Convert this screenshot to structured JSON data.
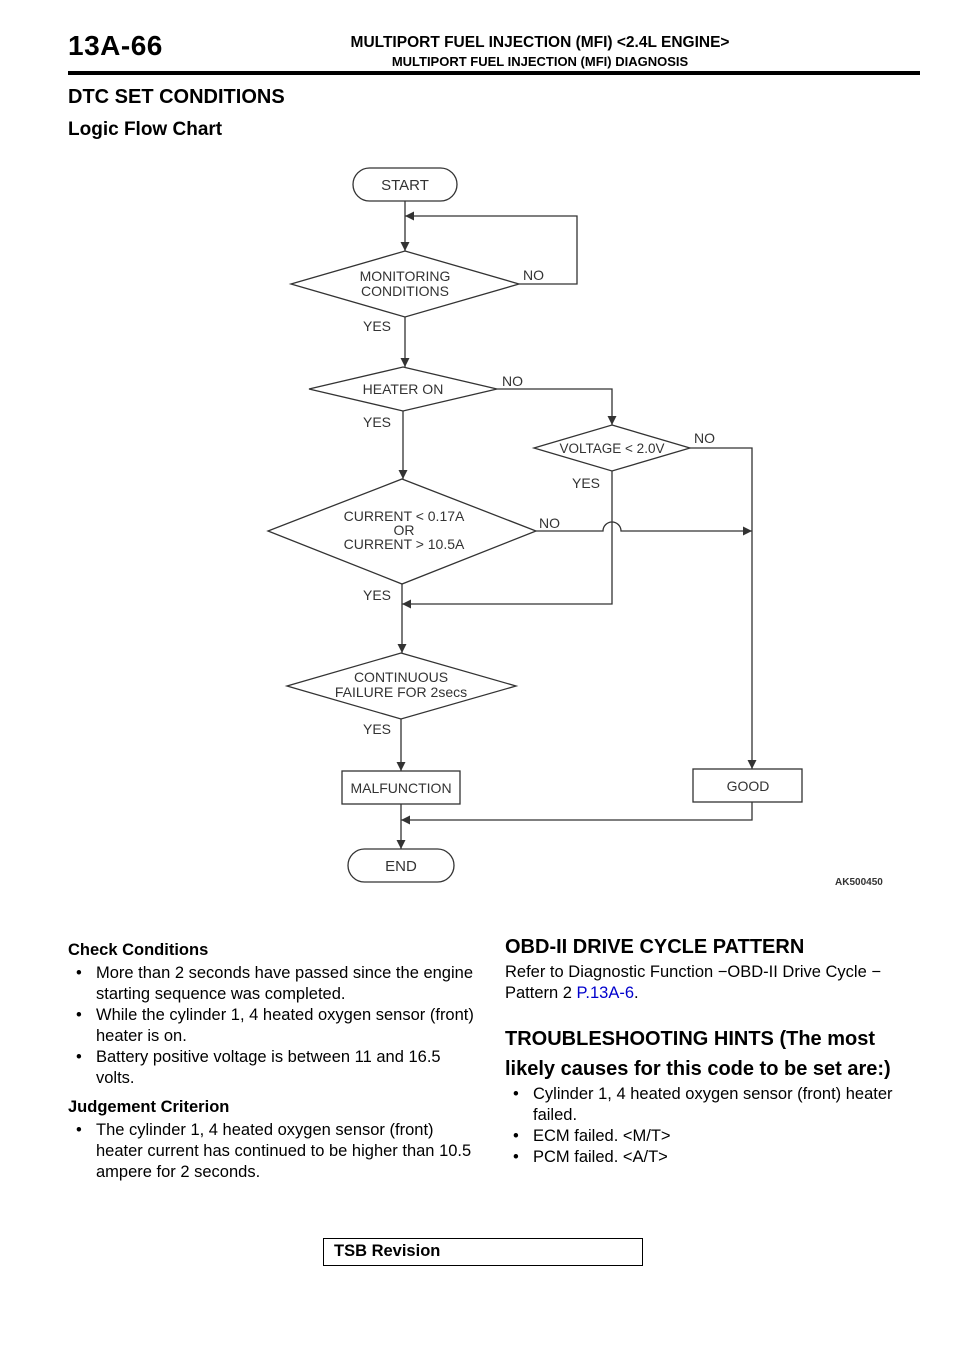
{
  "header": {
    "page_number": "13A-66",
    "title": "MULTIPORT FUEL INJECTION (MFI) <2.4L ENGINE>",
    "subtitle": "MULTIPORT FUEL INJECTION (MFI) DIAGNOSIS"
  },
  "section_title": "DTC SET CONDITIONS",
  "sub_title": "Logic Flow Chart",
  "flowchart": {
    "start": "START",
    "monitoring_line1": "MONITORING",
    "monitoring_line2": "CONDITIONS",
    "heater_on": "HEATER ON",
    "voltage": "VOLTAGE < 2.0V",
    "current_line1": "CURRENT < 0.17A",
    "current_line2": "OR",
    "current_line3": "CURRENT > 10.5A",
    "continuous_line1": "CONTINUOUS",
    "continuous_line2": "FAILURE FOR 2secs",
    "malfunction": "MALFUNCTION",
    "good": "GOOD",
    "end": "END",
    "yes": "YES",
    "no": "NO",
    "figure_id": "AK500450"
  },
  "check_conditions": {
    "heading": "Check Conditions",
    "items": [
      "More than 2 seconds have passed since the engine starting sequence was completed.",
      "While the cylinder 1, 4 heated oxygen sensor (front) heater is on.",
      "Battery positive voltage is between 11 and 16.5 volts."
    ]
  },
  "judgement": {
    "heading": "Judgement Criterion",
    "items": [
      "The cylinder 1, 4 heated oxygen sensor (front) heater current has continued to be higher than 10.5 ampere for 2 seconds."
    ]
  },
  "obd": {
    "heading": "OBD-II DRIVE CYCLE PATTERN",
    "text": "Refer to Diagnostic Function −OBD-II Drive Cycle − Pattern 2 ",
    "link": "P.13A-6",
    "text_end": "."
  },
  "troubleshooting": {
    "heading_line1": "TROUBLESHOOTING HINTS (The most",
    "heading_line2": "likely causes for this code to be set are:)",
    "items": [
      "Cylinder 1, 4 heated oxygen sensor (front) heater failed.",
      "ECM failed. <M/T>",
      "PCM failed. <A/T>"
    ]
  },
  "footer": {
    "tsb_label": "TSB Revision"
  },
  "bullet_glyph": "•"
}
